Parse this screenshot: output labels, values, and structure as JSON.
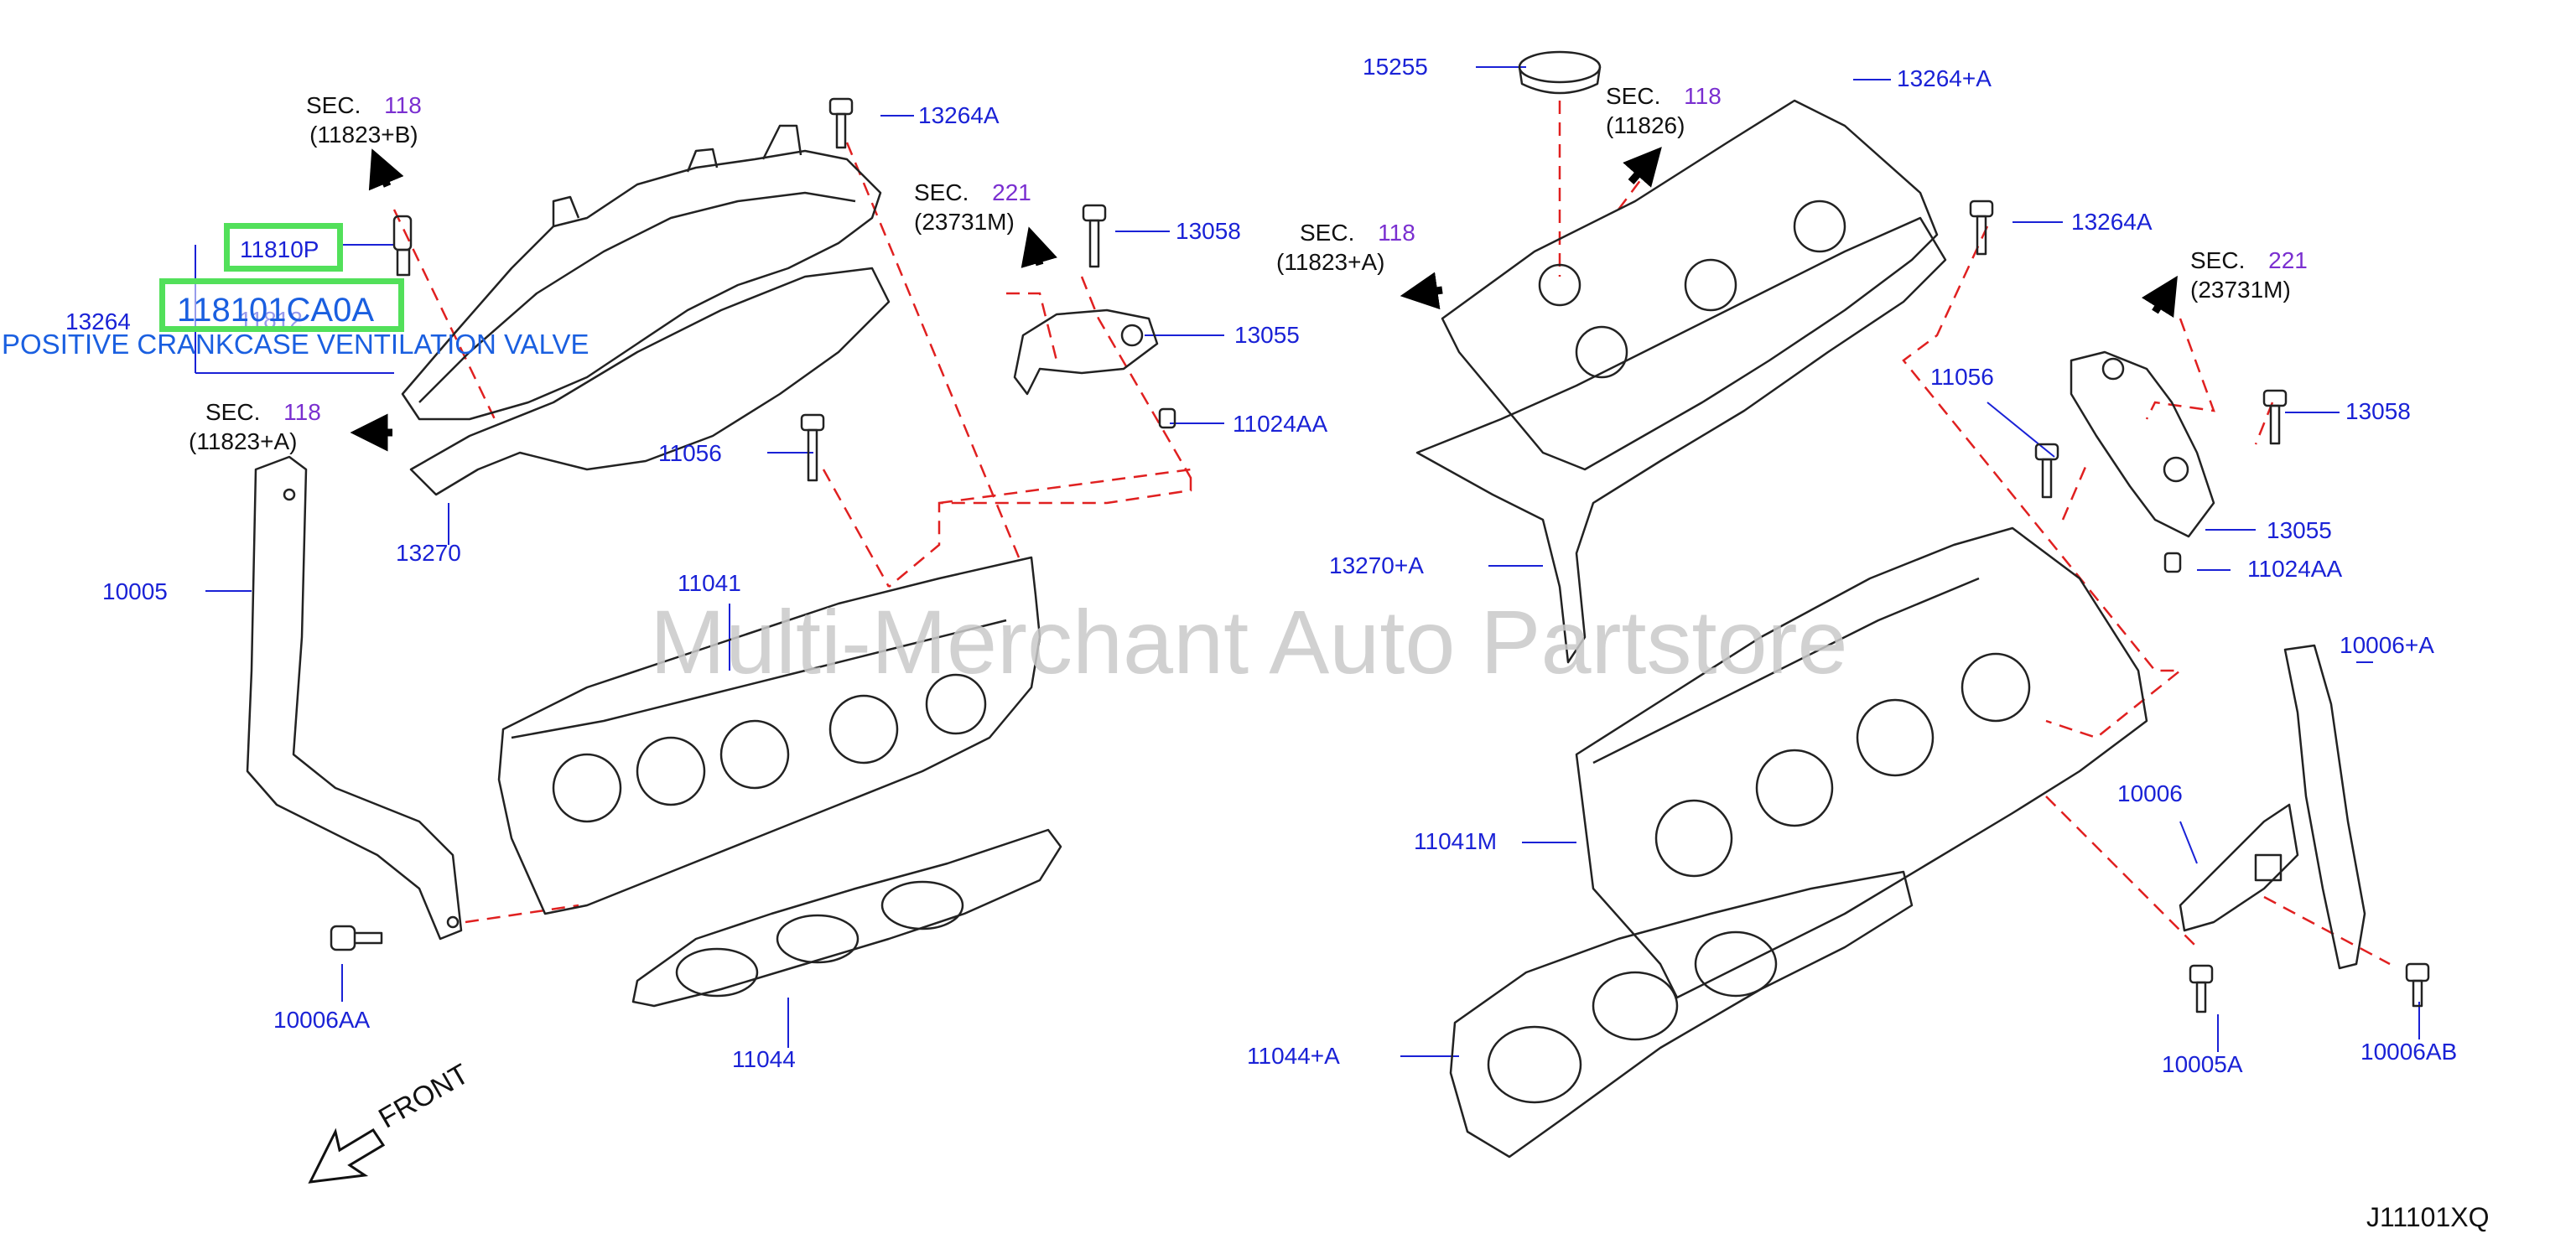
{
  "colors": {
    "part_label": "#1a22d6",
    "section_number": "#7a2fd0",
    "highlight": "#52e05a",
    "leader": "#e02020",
    "watermark": "#c9c9c9",
    "callout_text": "#1a5fe0"
  },
  "watermark": "Multi-Merchant Auto Partstore",
  "diagram_id": "J11101XQ",
  "front_label": "FRONT",
  "highlight": {
    "part_11810p": "11810P",
    "part_118101ca0a": "118101CA0A",
    "description": "POSITIVE CRANKCASE VENTILATION VALVE"
  },
  "left_labels": {
    "p13264a": "13264A",
    "p13058": "13058",
    "p13055": "13055",
    "p11024aa": "11024AA",
    "p11056": "11056",
    "p13264": "13264",
    "p11812": "11812",
    "p13270": "13270",
    "p10005": "10005",
    "p11041": "11041",
    "p10006aa": "10006AA",
    "p11044": "11044"
  },
  "right_labels": {
    "p15255": "15255",
    "p13264pa": "13264+A",
    "p13264a": "13264A",
    "p11056": "11056",
    "p13058": "13058",
    "p13055": "13055",
    "p11024aa": "11024AA",
    "p13270pa": "13270+A",
    "p10006pa": "10006+A",
    "p10006": "10006",
    "p11041m": "11041M",
    "p10005a": "10005A",
    "p10006ab": "10006AB",
    "p11044pa": "11044+A"
  },
  "sections": {
    "s1": {
      "sec": "SEC.",
      "num": "118",
      "ref": "(11823+B)"
    },
    "s2": {
      "sec": "SEC.",
      "num": "221",
      "ref": "(23731M)"
    },
    "s3": {
      "sec": "SEC.",
      "num": "118",
      "ref": "(11823+A)"
    },
    "s4": {
      "sec": "SEC.",
      "num": "118",
      "ref": "(11826)"
    },
    "s5": {
      "sec": "SEC.",
      "num": "118",
      "ref": "(11823+A)"
    },
    "s6": {
      "sec": "SEC.",
      "num": "221",
      "ref": "(23731M)"
    }
  }
}
